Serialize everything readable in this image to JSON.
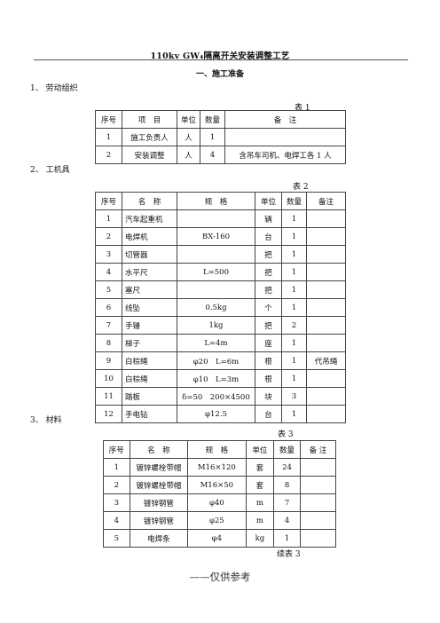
{
  "document": {
    "title": "110kv  GW₄隔离开关安装调整工艺",
    "section_title": "一、施工准备"
  },
  "labor": {
    "heading": "1、 劳动组织",
    "caption": "表 1",
    "headers": [
      "序号",
      "项　目",
      "单位",
      "数量",
      "备　注"
    ],
    "rows": [
      [
        "1",
        "施工负责人",
        "人",
        "1",
        ""
      ],
      [
        "2",
        "安装调整",
        "人",
        "4",
        "含吊车司机、电焊工各 1 人"
      ]
    ]
  },
  "tools": {
    "heading": "2、 工机具",
    "caption": "表 2",
    "headers": [
      "序号",
      "名　称",
      "规　格",
      "单位",
      "数量",
      "备注"
    ],
    "rows": [
      [
        "1",
        "汽车起重机",
        "",
        "辆",
        "1",
        ""
      ],
      [
        "2",
        "电焊机",
        "BX-160",
        "台",
        "1",
        ""
      ],
      [
        "3",
        "切管器",
        "",
        "把",
        "1",
        ""
      ],
      [
        "4",
        "水平尺",
        "L=500",
        "把",
        "1",
        ""
      ],
      [
        "5",
        "塞尺",
        "",
        "把",
        "1",
        ""
      ],
      [
        "6",
        "线坠",
        "0.5kg",
        "个",
        "1",
        ""
      ],
      [
        "7",
        "手锤",
        "1kg",
        "把",
        "2",
        ""
      ],
      [
        "8",
        "梯子",
        "L=4m",
        "座",
        "1",
        ""
      ],
      [
        "9",
        "白棕绳",
        "φ20　L=6m",
        "根",
        "1",
        "代吊绳"
      ],
      [
        "10",
        "白棕绳",
        "φ10　L=3m",
        "根",
        "1",
        ""
      ],
      [
        "11",
        "踏板",
        "δ=50　200×4500",
        "块",
        "3",
        ""
      ],
      [
        "12",
        "手电钻",
        "φ12.5",
        "台",
        "1",
        ""
      ]
    ]
  },
  "materials": {
    "heading": "3、 材料",
    "caption": "表 3",
    "headers": [
      "序号",
      "名　称",
      "规　格",
      "单位",
      "数量",
      "备 注"
    ],
    "rows": [
      [
        "1",
        "镀锌螺栓带帽",
        "M16×120",
        "套",
        "24",
        ""
      ],
      [
        "2",
        "镀锌螺栓带帽",
        "M16×50",
        "套",
        "8",
        ""
      ],
      [
        "3",
        "镀锌钢管",
        "φ40",
        "m",
        "7",
        ""
      ],
      [
        "4",
        "镀锌钢管",
        "φ25",
        "m",
        "4",
        ""
      ],
      [
        "5",
        "电焊条",
        "φ4",
        "kg",
        "1",
        ""
      ]
    ],
    "continued": "续表 3"
  },
  "footer": "——仅供参考"
}
